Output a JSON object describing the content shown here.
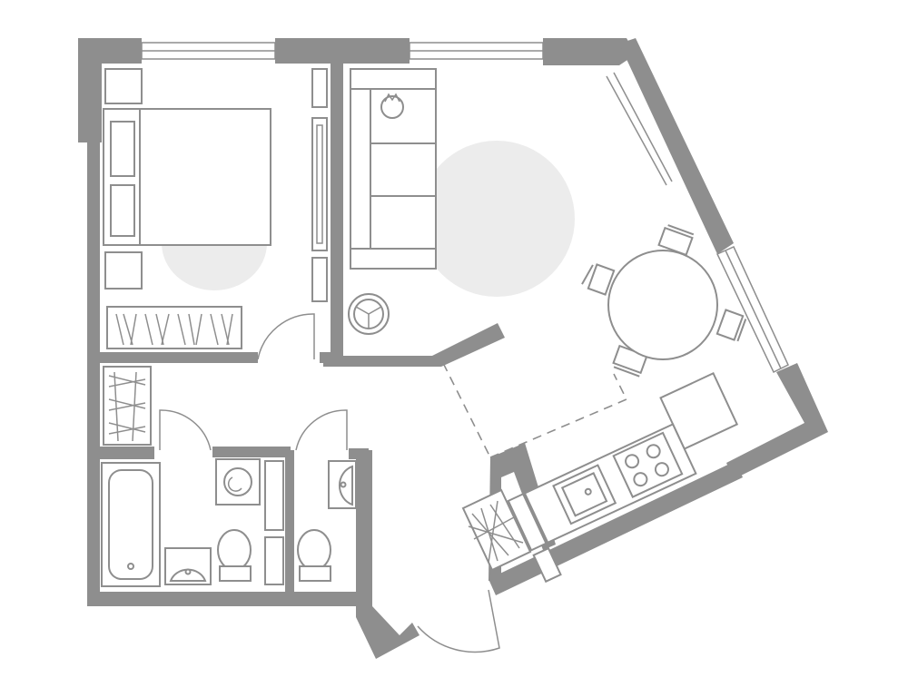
{
  "plan": {
    "colors": {
      "wall": "#8e8e8e",
      "line": "#8e8e8e",
      "rug": "#ececec",
      "background": "#ffffff"
    },
    "icons": [
      "floor-plan",
      "bed",
      "sofa",
      "dining-table",
      "bathtub",
      "toilet",
      "sink",
      "stove",
      "washing-machine",
      "wardrobe"
    ]
  }
}
